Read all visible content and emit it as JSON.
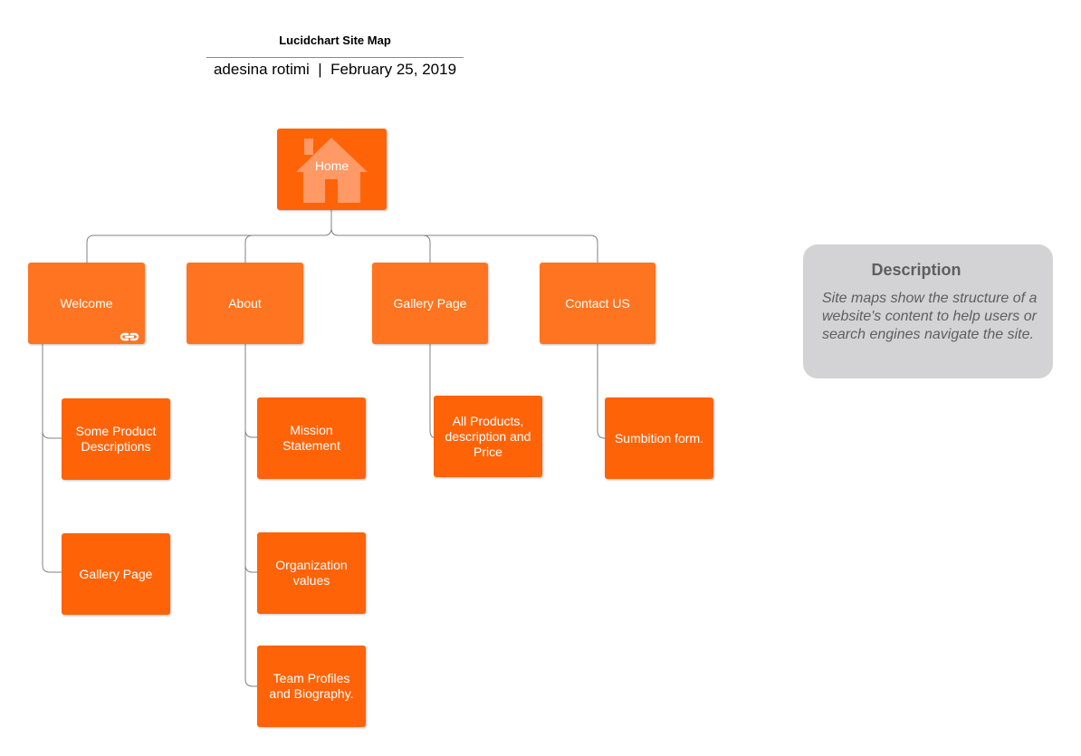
{
  "header": {
    "title": "Lucidchart Site Map",
    "subtitle": "adesina rotimi  |  February 25, 2019"
  },
  "sitemap": {
    "home": {
      "label": "Home",
      "icon": "house-icon"
    },
    "sections": [
      {
        "label": "Welcome",
        "has_link_icon": true,
        "children": [
          "Some Product Descriptions",
          "Gallery Page"
        ]
      },
      {
        "label": "About",
        "children": [
          "Mission Statement",
          "Organization values",
          "Team Profiles and Biography."
        ]
      },
      {
        "label": "Gallery Page",
        "children": [
          "All Products, description and Price"
        ]
      },
      {
        "label": "Contact US",
        "children": [
          "Sumbition form."
        ]
      }
    ]
  },
  "description_panel": {
    "title": "Description",
    "body": "Site maps show the structure of a website's content to help users or search engines navigate the site."
  },
  "colors": {
    "level1": "#ff7420",
    "level2": "#ff6308",
    "connector": "#808080",
    "panel": "#d3d3d5",
    "panel_text": "#5e5e5e"
  }
}
